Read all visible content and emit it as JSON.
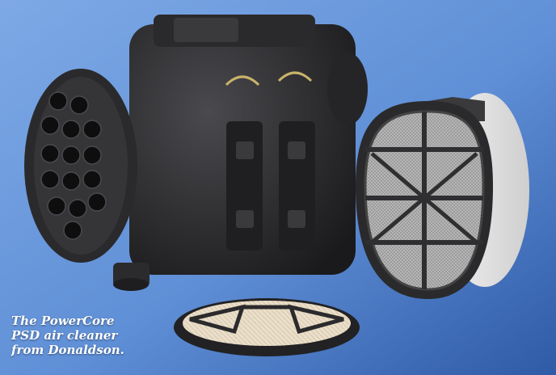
{
  "photo": {
    "subject": "PowerCore PSD air cleaner assembly with filter elements",
    "background_color": "#5f8fd6",
    "housing_color": "#2b2b2d",
    "filter_media_color": "#e9e0d2"
  },
  "caption": {
    "line1": "The PowerCore",
    "line2": "PSD air cleaner",
    "line3": "from Donaldson."
  }
}
